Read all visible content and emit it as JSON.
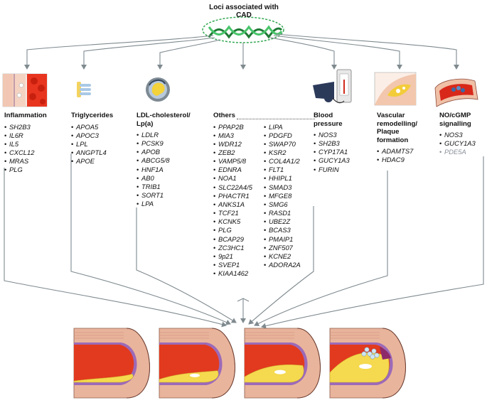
{
  "title": "Loci associated with CAD",
  "categories": [
    {
      "name": "Inflammation",
      "genes": [
        "SH2B3",
        "IL6R",
        "IL5",
        "CXCL12",
        "MRAS",
        "PLG"
      ]
    },
    {
      "name": "Triglycerides",
      "genes": [
        "APOA5",
        "APOC3",
        "LPL",
        "ANGPTL4",
        "APOE"
      ]
    },
    {
      "name": "LDL-cholesterol/\nLp(a)",
      "genes": [
        "LDLR",
        "PCSK9",
        "APOB",
        "ABCG5/8",
        "HNF1A",
        "AB0",
        "TRIB1",
        "SORT1",
        "LPA"
      ]
    },
    {
      "name": "Others",
      "genes_col1": [
        "PPAP2B",
        "MIA3",
        "WDR12",
        "ZEB2",
        "VAMP5/8",
        "EDNRA",
        "NOA1",
        "SLC22A4/5",
        "PHACTR1",
        "ANKS1A",
        "TCF21",
        "KCNK5",
        "PLG",
        "BCAP29",
        "ZC3HC1",
        "9p21",
        "SVEP1",
        "KIAA1462"
      ],
      "genes_col2": [
        "LIPA",
        "PDGFD",
        "SWAP70",
        "KSR2",
        "COL4A1/2",
        "FLT1",
        "HHIPL1",
        "SMAD3",
        "MFGE8",
        "SMG6",
        "RASD1",
        "UBE2Z",
        "BCAS3",
        "PMAIP1",
        "ZNF507",
        "KCNE2",
        "ADORA2A"
      ]
    },
    {
      "name": "Blood\npressure",
      "genes": [
        "NOS3",
        "SH2B3",
        "CYP17A1",
        "GUCY1A3",
        "FURIN"
      ]
    },
    {
      "name": "Vascular\nremodelling/\nPlaque\nformation",
      "genes": [
        "ADAMTS7",
        "HDAC9"
      ]
    },
    {
      "name": "NO/cGMP\nsignalling",
      "genes": [
        "NOS3",
        "GUCY1A3",
        "PDE5A"
      ],
      "muted_genes": [
        "PDE5A"
      ]
    }
  ],
  "colors": {
    "arrow": "#7f8a8f",
    "helix": "#2e9e4a",
    "artery_wall": "#e9b49c",
    "blood": "#e23a1e",
    "plaque": "#f5d94e",
    "intima": "#9c6ab8"
  }
}
